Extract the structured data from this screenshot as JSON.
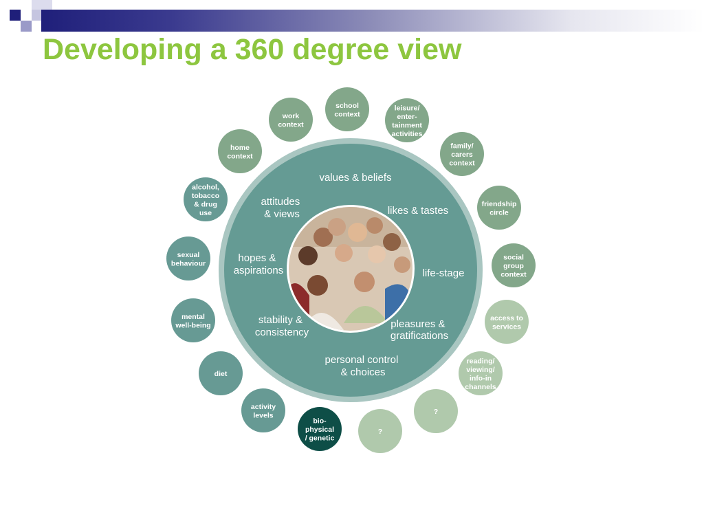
{
  "slide": {
    "title": "Developing a 360 degree view"
  },
  "inner_ring": {
    "labels": [
      "values & beliefs",
      "likes & tastes",
      "life-stage",
      "pleasures & gratifications",
      "personal control & choices",
      "stability & consistency",
      "hopes & aspirations",
      "attitudes & views"
    ]
  },
  "outer_bubbles": [
    {
      "label": "school context",
      "color": "#83a78a"
    },
    {
      "label": "leisure/ enter- tainment activities",
      "color": "#83a78a"
    },
    {
      "label": "family/ carers context",
      "color": "#83a78a"
    },
    {
      "label": "friendship circle",
      "color": "#83a78a"
    },
    {
      "label": "social group context",
      "color": "#83a78a"
    },
    {
      "label": "access to services",
      "color": "#b0c9ac"
    },
    {
      "label": "reading/ viewing/ info-in channels",
      "color": "#b0c9ac"
    },
    {
      "label": "?",
      "color": "#b0c9ac"
    },
    {
      "label": "?",
      "color": "#b0c9ac"
    },
    {
      "label": "bio- physical / genetic",
      "color": "#0e4e47"
    },
    {
      "label": "activity levels",
      "color": "#679a94"
    },
    {
      "label": "diet",
      "color": "#679a94"
    },
    {
      "label": "mental well-being",
      "color": "#679a94"
    },
    {
      "label": "sexual behaviour",
      "color": "#679a94"
    },
    {
      "label": "alcohol, tobacco & drug use",
      "color": "#679a94"
    },
    {
      "label": "home context",
      "color": "#83a78a"
    },
    {
      "label": "work context",
      "color": "#83a78a"
    }
  ],
  "colors": {
    "title": "#8dc63f",
    "ring_fill": "#659b94",
    "ring_border": "#a9c6c1",
    "photo_bg": "#d9c8b4"
  }
}
